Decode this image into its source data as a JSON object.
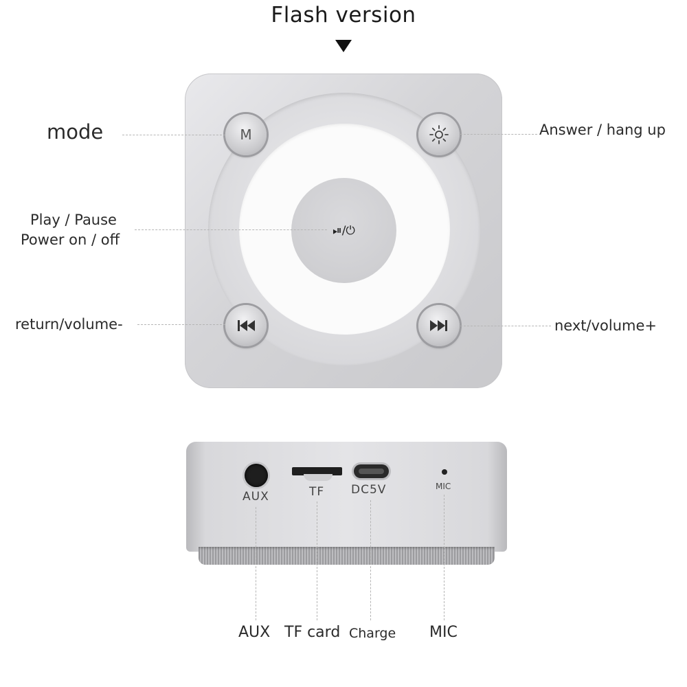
{
  "title": "Flash version",
  "top_buttons": {
    "mode": {
      "glyph": "M",
      "label": "mode"
    },
    "answer": {
      "icon": "sun-icon",
      "label": "Answer / hang up"
    },
    "play": {
      "glyph": "⏯/⏻",
      "label_line1": "Play / Pause",
      "label_line2": "Power on / off"
    },
    "prev": {
      "icon": "previous-track-icon",
      "label": "return/volume-"
    },
    "next": {
      "icon": "next-track-icon",
      "label": "next/volume+"
    }
  },
  "ports": {
    "aux": {
      "print": "AUX",
      "label": "AUX"
    },
    "tf": {
      "print": "TF",
      "label": "TF card"
    },
    "dc": {
      "print": "DC5V",
      "label": "Charge"
    },
    "mic": {
      "print": "MIC",
      "label": "MIC"
    }
  }
}
